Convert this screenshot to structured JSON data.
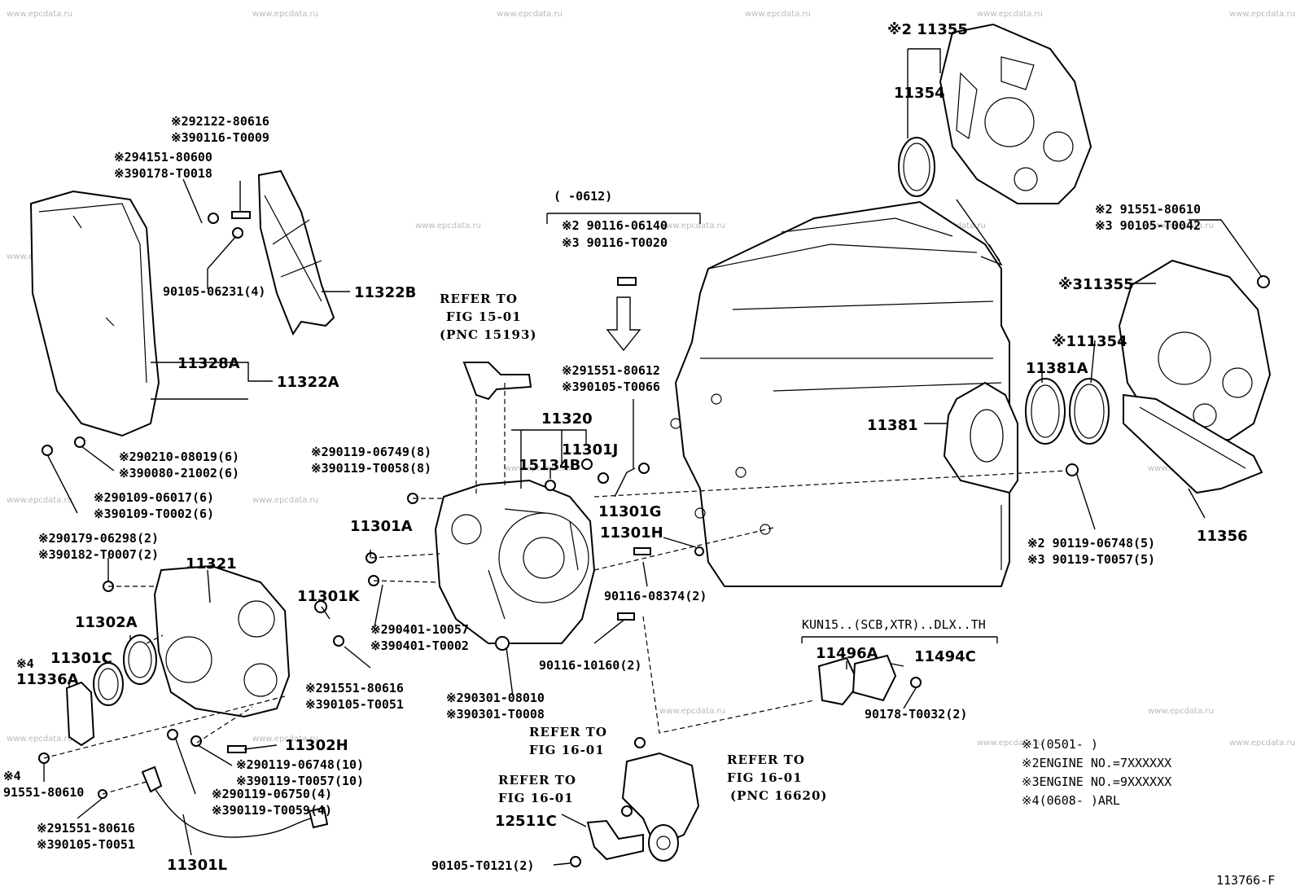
{
  "watermark": "www.epcdata.ru",
  "figure_id": "113766-F",
  "labels": {
    "l_11355_top": "※2 11355",
    "l_11354_top": "11354",
    "l_91551_80610_r": "※2 91551-80610",
    "l_90105_t0042": "※3 90105-T0042",
    "l_11355_3": "※311355",
    "l_11354_1": "※111354",
    "l_11381a": "11381A",
    "l_11381": "11381",
    "l_11356": "11356",
    "l_90119_06748_5": "※2 90119-06748(5)",
    "l_90119_t0057_5": "※3 90119-T0057(5)",
    "l_0612": "(      -0612)",
    "l_90116_06140": "※2 90116-06140",
    "l_90116_t0020": "※3 90116-T0020",
    "l_91551_80612": "※291551-80612",
    "l_90105_t0066": "※390105-T0066",
    "l_11320": "11320",
    "l_11301j": "11301J",
    "l_15134b": "15134B",
    "l_11301g": "11301G",
    "l_11301h": "11301H",
    "l_90116_08374": "90116-08374(2)",
    "l_90116_10160": "90116-10160(2)",
    "l_90301_08010": "※290301-08010",
    "l_90301_t0008": "※390301-T0008",
    "l_90401_10057": "※290401-10057",
    "l_90401_t0002": "※390401-T0002",
    "l_11301a": "11301A",
    "l_11301k": "11301K",
    "l_90119_06749": "※290119-06749(8)",
    "l_90119_t0058": "※390119-T0058(8)",
    "l_92122_80616": "※292122-80616",
    "l_90116_t0009": "※390116-T0009",
    "l_94151_80600": "※294151-80600",
    "l_90178_t0018": "※390178-T0018",
    "l_90105_06231": "90105-06231(4)",
    "l_11322b": "11322B",
    "l_11328a": "11328A",
    "l_11322a": "11322A",
    "l_90210_08019": "※290210-08019(6)",
    "l_90080_21002": "※390080-21002(6)",
    "l_90109_06017": "※290109-06017(6)",
    "l_90109_t0002": "※390109-T0002(6)",
    "l_90179_06298": "※290179-06298(2)",
    "l_90182_t0007": "※390182-T0007(2)",
    "l_11321": "11321",
    "l_11302a": "11302A",
    "l_11301c": "11301C",
    "l_x4_top": "※4",
    "l_11336a": "11336A",
    "l_91551_80616_k": "※291551-80616",
    "l_90105_t0051_k": "※390105-T0051",
    "l_11302h": "11302H",
    "l_90119_06748_10": "※290119-06748(10)",
    "l_90119_t0057_10": "※390119-T0057(10)",
    "l_90119_06750": "※290119-06750(4)",
    "l_90119_t0059": "※390119-T0059(4)",
    "l_x4_bot": "※4",
    "l_91551_80610_l": "91551-80610",
    "l_91551_80616_l": "※291551-80616",
    "l_90105_t0051_l": "※390105-T0051",
    "l_11301l": "11301L",
    "l_kun15": "KUN15..(SCB,XTR)..DLX..TH",
    "l_11496a": "11496A",
    "l_11494c": "11494C",
    "l_90178_t0032": "90178-T0032(2)",
    "l_12511c": "12511C",
    "l_90105_t0121": "90105-T0121(2)"
  },
  "refers": [
    {
      "line1": "REFER TO",
      "line2": "FIG 15-01",
      "line3": "(PNC 15193)"
    },
    {
      "line1": "REFER TO",
      "line2": "FIG 16-01"
    },
    {
      "line1": "REFER TO",
      "line2": "FIG 16-01"
    },
    {
      "line1": "REFER TO",
      "line2": "FIG 16-01",
      "line3": "(PNC 16620)"
    }
  ],
  "notes": [
    "※1(0501-     )",
    "※2ENGINE NO.=7XXXXXX",
    "※3ENGINE NO.=9XXXXXX",
    "※4(0608-     )ARL"
  ]
}
